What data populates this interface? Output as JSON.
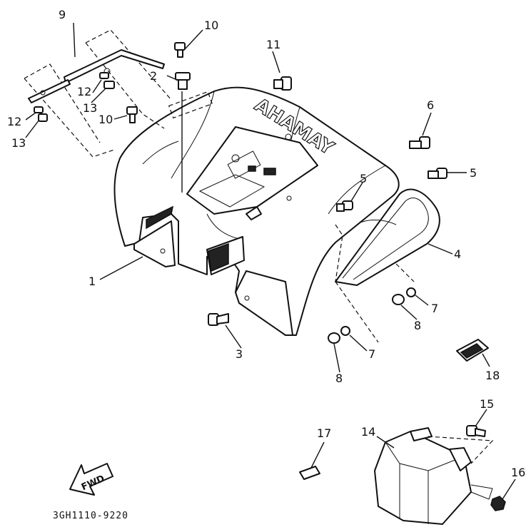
{
  "diagram": {
    "brand_logo": "YAMAHA",
    "direction_arrow": "FWD",
    "drawing_code": "3GH1110-9220",
    "callouts": {
      "c1": "1",
      "c2": "2",
      "c3": "3",
      "c4": "4",
      "c5a": "5",
      "c5b": "5",
      "c6": "6",
      "c7a": "7",
      "c7b": "7",
      "c8a": "8",
      "c8b": "8",
      "c9": "9",
      "c10a": "10",
      "c10b": "10",
      "c11": "11",
      "c12a": "12",
      "c12b": "12",
      "c13a": "13",
      "c13b": "13",
      "c14": "14",
      "c15": "15",
      "c16": "16",
      "c17": "17",
      "c18": "18"
    }
  }
}
